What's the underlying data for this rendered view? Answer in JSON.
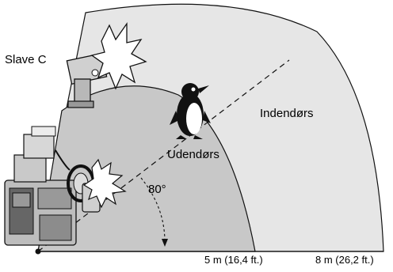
{
  "labels": {
    "slave": "Slave C",
    "indoor": "Indendørs",
    "outdoor": "Udendørs",
    "angle": "80°",
    "near_distance": "5 m (16,4 ft.)",
    "far_distance": "8 m (26,2 ft.)"
  },
  "colors": {
    "outer_zone": "#e6e6e6",
    "inner_zone": "#c8c8c8",
    "outline": "#111111"
  },
  "icons": [
    "slave-flash-icon",
    "flash-burst-icon",
    "penguin-icon",
    "camera-icon",
    "ring-flash-icon"
  ]
}
